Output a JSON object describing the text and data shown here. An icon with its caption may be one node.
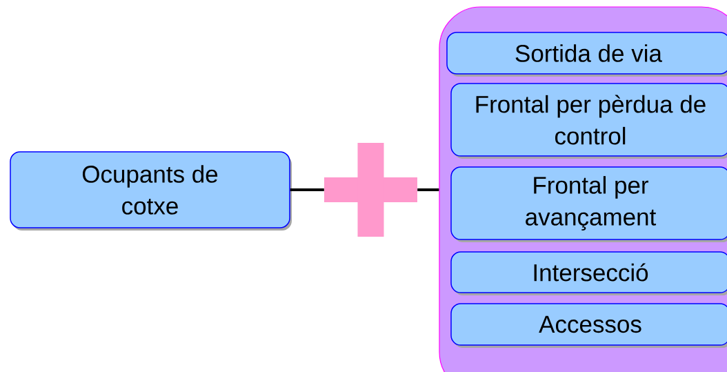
{
  "diagram": {
    "nodes": [
      {
        "text": [
          "Ocupants de cotxe"
        ]
      },
      {
        "text": [],
        "shape": "cross"
      },
      {
        "text": [],
        "shape": "box"
      },
      {
        "text": [
          "Sortida de via"
        ],
        "in": 2
      },
      {
        "text": [
          "Frontal per pèrdua de control"
        ],
        "in": 2
      },
      {
        "text": [
          "Frontal per avançament"
        ],
        "in": 2
      },
      {
        "text": [
          "Intersecció"
        ],
        "in": 2
      },
      {
        "text": [
          "Accessos"
        ],
        "in": 2
      }
    ],
    "edges": [
      {
        "from": 0,
        "to": 1,
        "arrow": "none"
      },
      {
        "from": 1,
        "to": 2,
        "arrow": "none"
      }
    ]
  }
}
